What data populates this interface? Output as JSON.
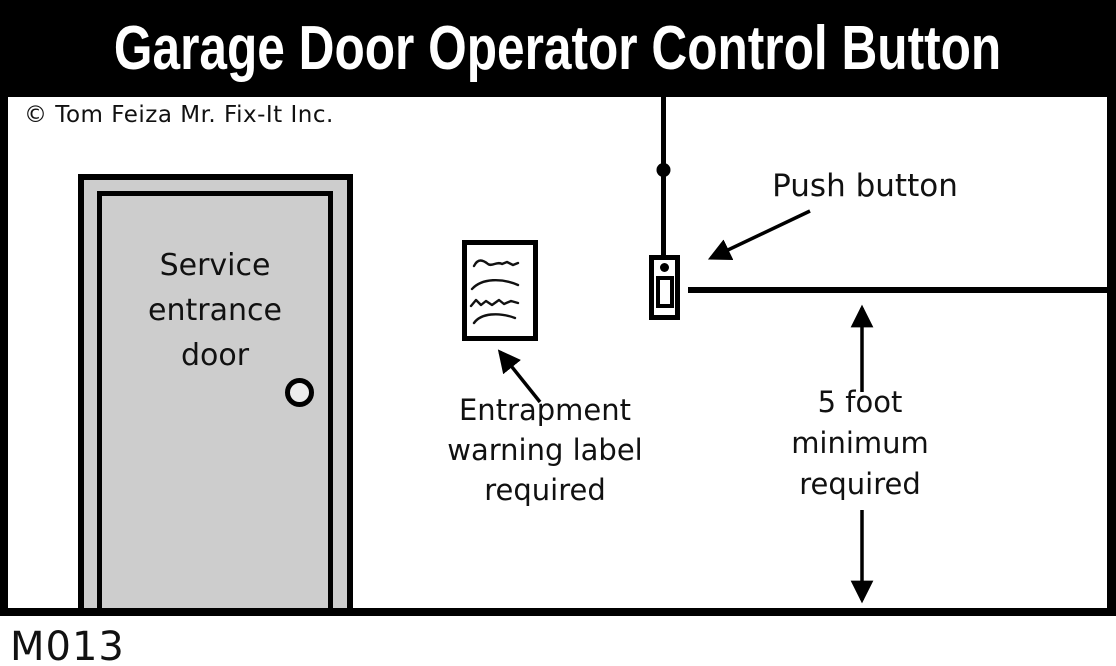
{
  "title": "Garage Door Operator Control Button",
  "copyright": "© Tom Feiza Mr. Fix-It Inc.",
  "figure_id": "M013",
  "door": {
    "label_lines": [
      "Service",
      "entrance",
      "door"
    ]
  },
  "annotations": {
    "push_button_label": "Push button",
    "entrapment_lines": [
      "Entrapment",
      "warning label",
      "required"
    ],
    "clearance_lines": [
      "5 foot",
      "minimum",
      "required"
    ]
  },
  "colors": {
    "ink": "#000000",
    "paper": "#ffffff",
    "title_bg": "#000000",
    "title_fg": "#ffffff",
    "door_gray": "#cdcdcd",
    "knob_gray": "#ececec"
  }
}
